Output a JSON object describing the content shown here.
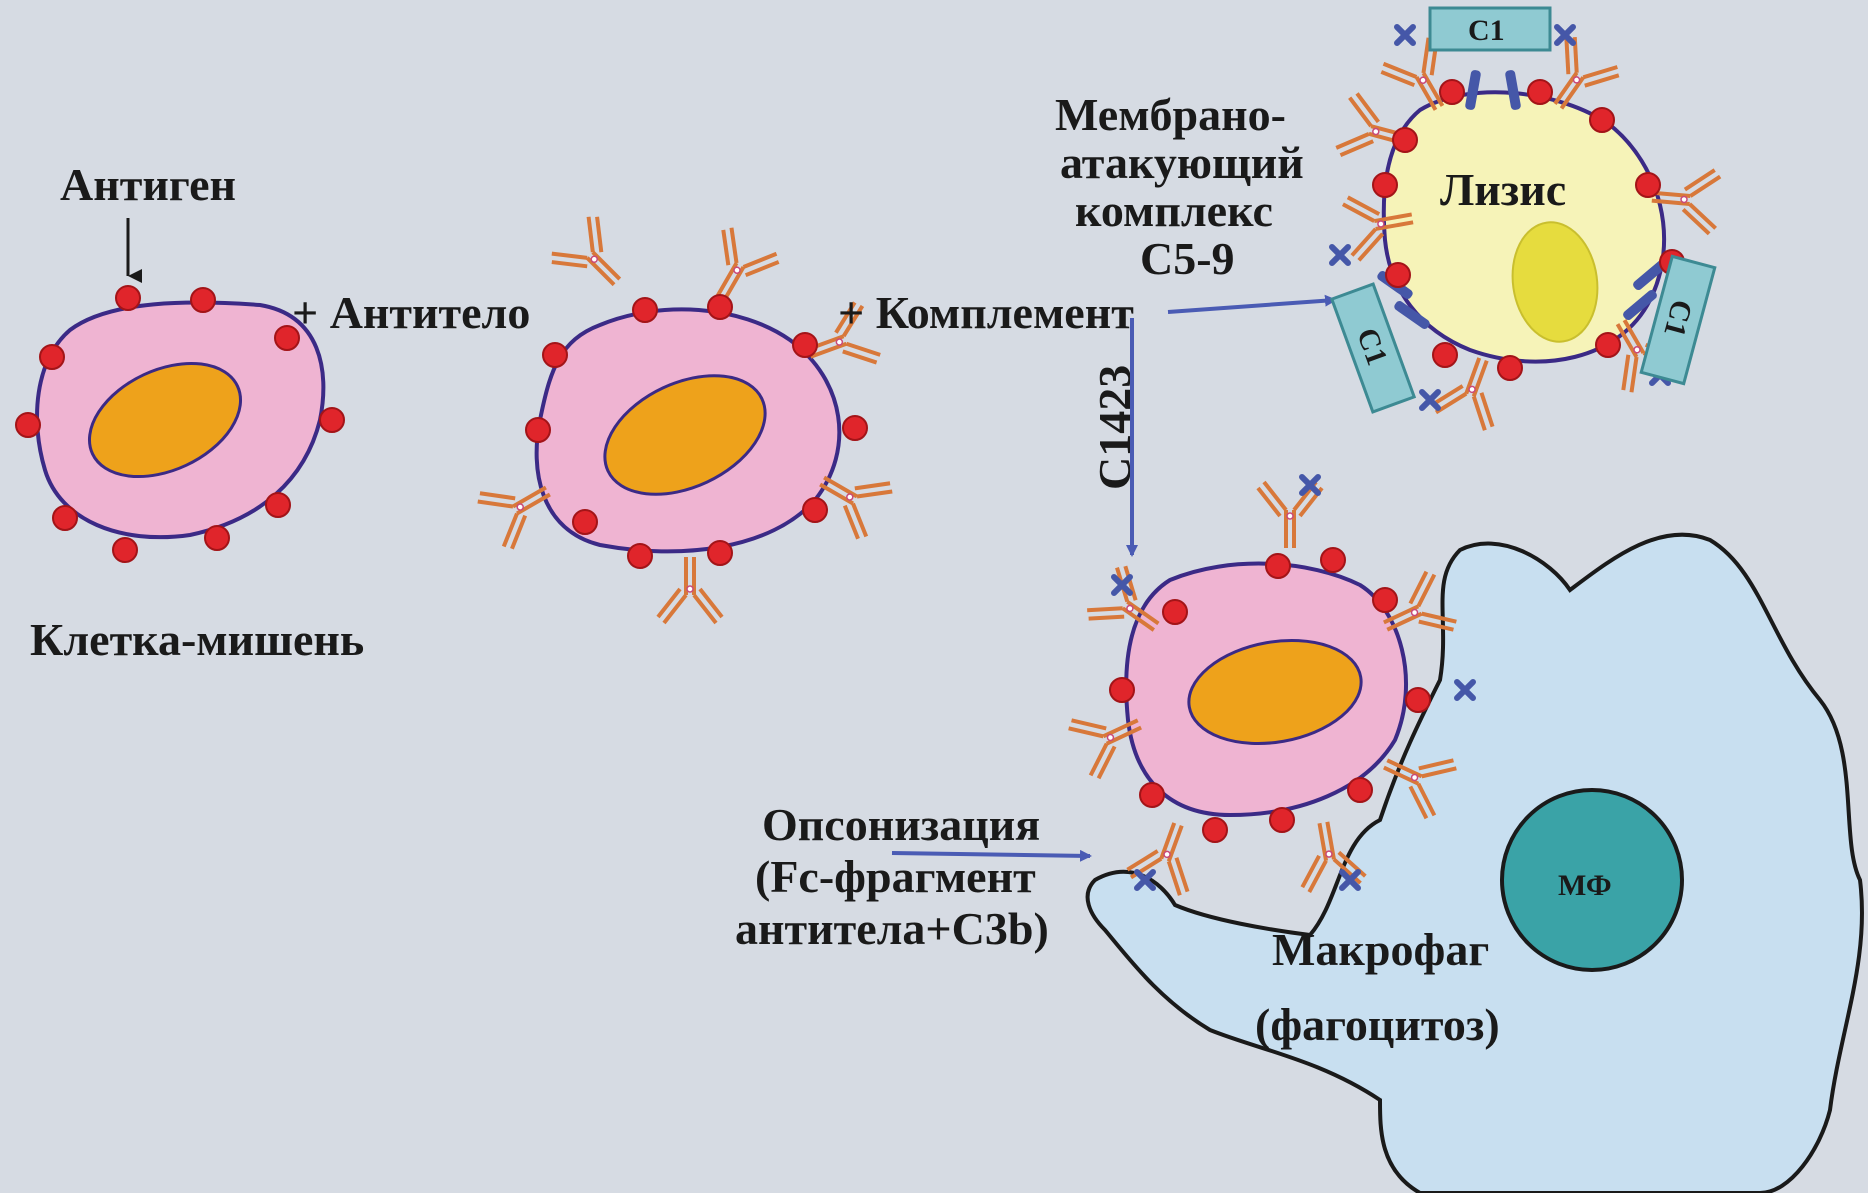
{
  "labels": {
    "antigen": "Антиген",
    "target_cell": "Клетка-мишень",
    "plus_antibody": "+ Антитело",
    "plus_complement": "+ Комплемент",
    "mac_line1": "Мембрано-",
    "mac_line2": "атакующий",
    "mac_line3": "комплекс",
    "mac_line4": "C5-9",
    "lysis": "Лизис",
    "c1423": "C1423",
    "c1_top": "C1",
    "c1_left": "C1",
    "c1_right": "C1",
    "opson_line1": "Опсонизация",
    "opson_line2": "(Fc-фрагмент",
    "opson_line3": "антитела+C3b)",
    "macrophage_line1": "Макрофаг",
    "macrophage_line2": "(фагоцитоз)",
    "mf": "МФ"
  },
  "colors": {
    "background": "#d6dbe3",
    "cell_fill": "#efb4d2",
    "cell_outline": "#3b2a86",
    "nucleus": "#eea21b",
    "antigen_dot": "#e0252b",
    "antibody": "#d8783a",
    "lysed_cell": "#f6f3b8",
    "lysed_nucleus": "#e6dc3e",
    "c1_box": "#8fcad2",
    "macrophage": "#c8dff0",
    "mf_nucleus": "#3aa3a7",
    "arrow": "#4a5bb4",
    "c3b": "#4557a8"
  }
}
